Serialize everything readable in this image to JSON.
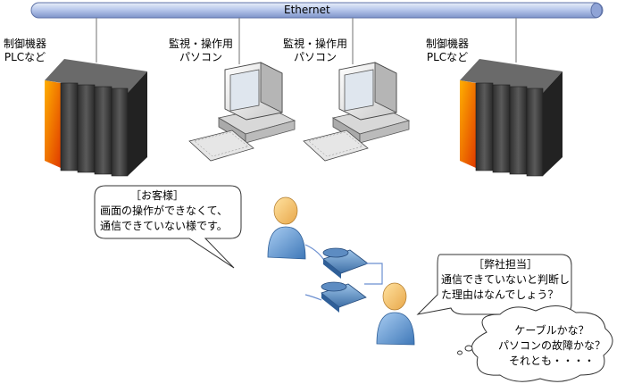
{
  "network": {
    "label": "Ethernet"
  },
  "devices": {
    "left_controller": {
      "label": "制御機器\nPLCなど"
    },
    "pc1": {
      "label": "監視・操作用\nパソコン"
    },
    "pc2": {
      "label": "監視・操作用\nパソコン"
    },
    "right_controller": {
      "label": "制御機器\nPLCなど"
    }
  },
  "customer": {
    "heading": "［お客様］",
    "message": "画面の操作ができなくて、\n通信できていない様です。"
  },
  "staff": {
    "heading": "［弊社担当］",
    "message": "通信できていないと判断し\nた理由はなんでしょう？"
  },
  "thought": {
    "message": "ケーブルかな？\nパソコンの故障かな？\nそれとも・・・・"
  },
  "colors": {
    "ethernet_bar": "#9fb3e0",
    "plc_accent": "#ff8800",
    "plc_body": "#3a3a3a",
    "person": "#6a9fd6"
  }
}
